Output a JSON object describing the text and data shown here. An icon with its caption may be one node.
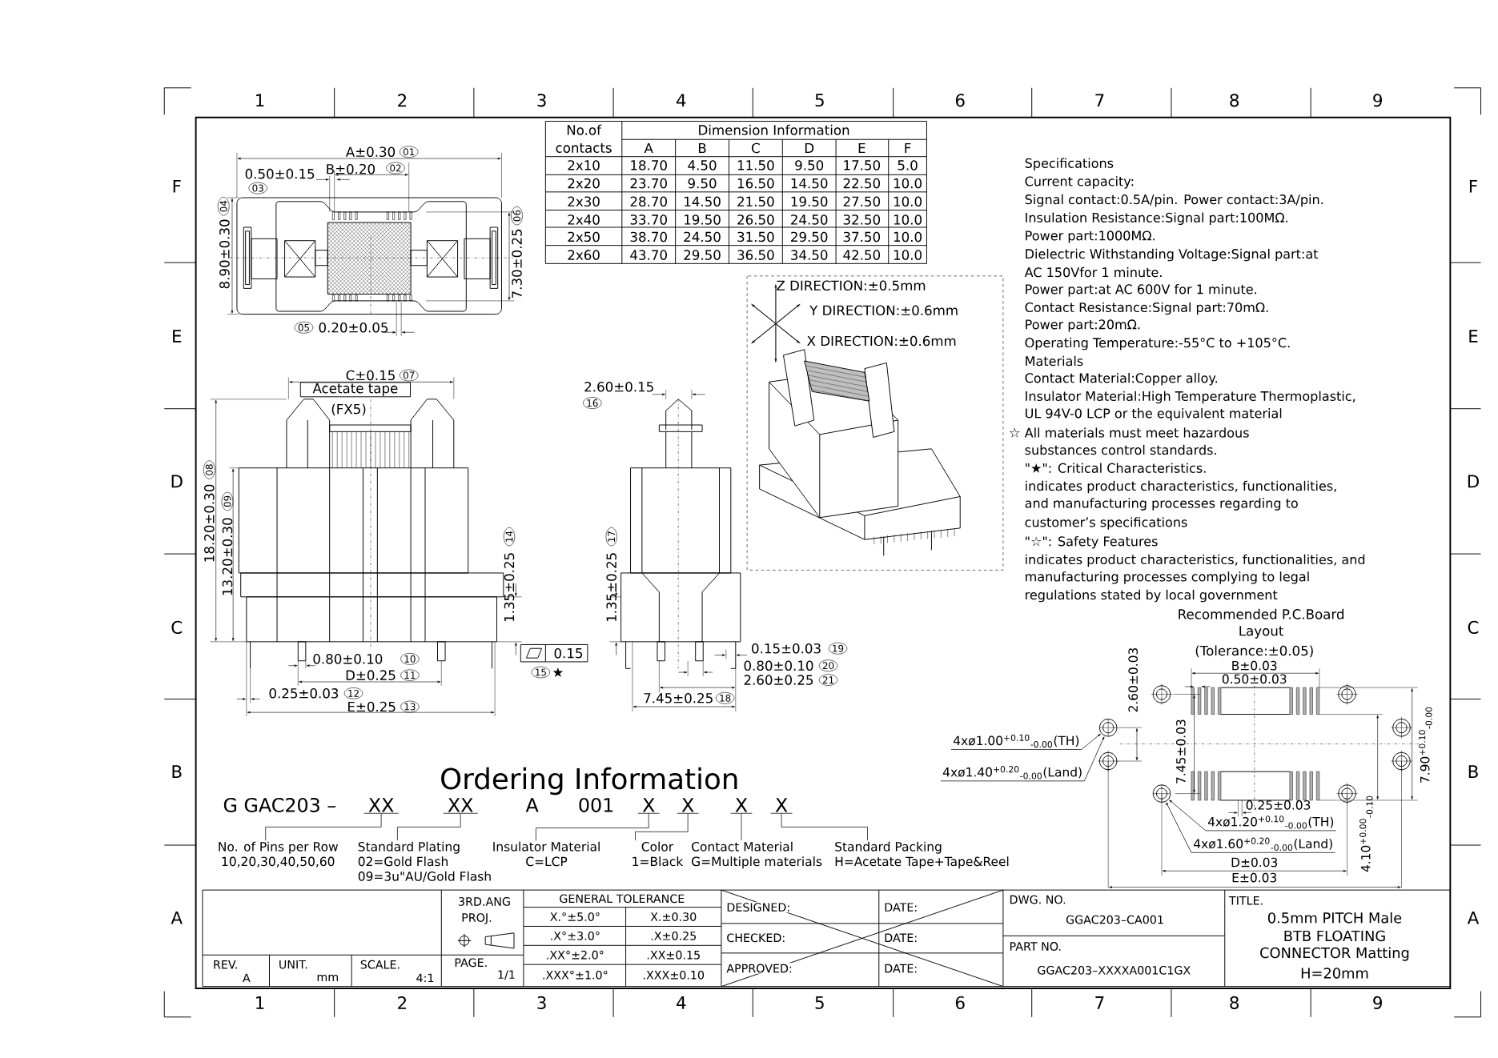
{
  "diagram": {
    "nodes": [
      {
        "text": [
          "XX"
        ]
      },
      {
        "text": [
          "XX"
        ]
      },
      {
        "text": [
          "X"
        ]
      },
      {
        "text": [
          "X"
        ]
      },
      {
        "text": [
          "X"
        ]
      },
      {
        "text": [
          "X"
        ]
      },
      {
        "text": [
          "No. of Pins per Row",
          "10,20,30,40,50,60"
        ]
      },
      {
        "text": [
          "Standard Plating",
          "02=Gold Flash",
          "09=3u\"AU/Gold Flash"
        ]
      },
      {
        "text": [
          "Insulator Material",
          "C=LCP"
        ]
      },
      {
        "text": [
          "Color",
          "1=Black"
        ]
      },
      {
        "text": [
          "Contact Material",
          "G=Multiple materials"
        ]
      },
      {
        "text": [
          "Standard Packing",
          "H=Acetate Tape+Tape&Reel"
        ]
      },
      {
        "text": [
          "4xø1.00$^{+0.10}$$_{-0.00}$(TH)"
        ]
      },
      {
        "text": [
          "4xø1.40$^{+0.20}$$_{-0.00}$(Land)"
        ]
      },
      {
        "text": [
          "4xø1.20$^{+0.10}$$_{-0.00}$(TH)"
        ]
      },
      {
        "text": [
          "4xø1.60$^{+0.20}$$_{-0.00}$(Land)"
        ]
      },
      {
        "text": [],
        "shape": "circle"
      },
      {
        "text": [],
        "shape": "circle"
      }
    ],
    "edges": [
      {
        "from": 0,
        "to": 6,
        "arrow": "none"
      },
      {
        "from": 1,
        "to": 7,
        "arrow": "none"
      },
      {
        "from": 2,
        "to": 8,
        "arrow": "none"
      },
      {
        "from": 3,
        "to": 9,
        "arrow": "none"
      },
      {
        "from": 4,
        "to": 10,
        "arrow": "none"
      },
      {
        "from": 5,
        "to": 11,
        "arrow": "none"
      },
      {
        "from": 12,
        "to": 16,
        "arrow": "to"
      },
      {
        "from": 13,
        "to": 16,
        "arrow": "to"
      },
      {
        "from": 14,
        "to": 17,
        "arrow": "to"
      },
      {
        "from": 15,
        "to": 17,
        "arrow": "to"
      }
    ],
    "labels": [
      "1",
      "2",
      "3",
      "4",
      "5",
      "6",
      "7",
      "8",
      "9",
      "F",
      "E",
      "D",
      "C",
      "B",
      "A",
      "F",
      "E",
      "D",
      "C",
      "B",
      "A",
      "No.of",
      "contacts",
      "Dimension Information",
      "A",
      "B",
      "C",
      "D",
      "E",
      "F",
      "2x10",
      "18.70",
      "4.50",
      "11.50",
      "9.50",
      "17.50",
      "5.0",
      "2x20",
      "23.70",
      "9.50",
      "16.50",
      "14.50",
      "22.50",
      "10.0",
      "2x30",
      "28.70",
      "14.50",
      "21.50",
      "19.50",
      "27.50",
      "10.0",
      "2x40",
      "33.70",
      "19.50",
      "26.50",
      "24.50",
      "32.50",
      "10.0",
      "2x50",
      "38.70",
      "24.50",
      "31.50",
      "29.50",
      "37.50",
      "10.0",
      "2x60",
      "43.70",
      "29.50",
      "36.50",
      "34.50",
      "42.50",
      "10.0",
      "A±0.30",
      "01",
      "0.50±0.15",
      "B±0.20",
      "02",
      "03",
      "8.90±0.30",
      "04",
      "7.30±0.25",
      "06",
      "05",
      "0.20±0.05",
      "C±0.15",
      "07",
      "Acetate tape",
      "(FX5)",
      "18.20±0.30",
      "08",
      "13.20±0.30",
      "09",
      "1.35±0.25",
      "14",
      "0.80±0.10",
      "10",
      "D±0.25",
      "11",
      "0.25±0.03",
      "12",
      "E±0.25",
      "13",
      "0.15",
      "15",
      "★",
      "2.60±0.15",
      "16",
      "1.35±0.25",
      "17",
      "0.15±0.03",
      "19",
      "0.80±0.10",
      "20",
      "2.60±0.25",
      "21",
      "7.45±0.25",
      "18",
      "Z DIRECTION:±0.5mm",
      "Y DIRECTION:±0.6mm",
      "X DIRECTION:±0.6mm",
      "Specifications",
      "Current capacity:",
      "Signal contact:0.5A/pin. Power contact:3A/pin.",
      "Insulation Resistance:Signal part:100MΩ.",
      "Power part:1000MΩ.",
      "Dielectric Withstanding Voltage:Signal part:at",
      "AC 150Vfor 1 minute.",
      "Power part:at AC 600V for 1 minute.",
      "Contact Resistance:Signal part:70mΩ.",
      "Power part:20mΩ.",
      "Operating Temperature:-55°C to +105°C.",
      "Materials",
      "Contact Material:Copper alloy.",
      "Insulator Material:High Temperature Thermoplastic,",
      "UL 94V-0 LCP or the equivalent material",
      "☆",
      "All materials must meet hazardous",
      "substances control standards.",
      "\"★\": Critical Characteristics.",
      "indicates product characteristics, functionalities,",
      "and manufacturing processes regarding to",
      "customer’s specifications",
      "\"☆\": Safety Features",
      "indicates product characteristics, functionalities, and",
      "manufacturing processes complying to legal",
      "regulations stated by local government",
      "Recommended P.C.Board",
      "Layout",
      "(Tolerance:±0.05)",
      "B±0.03",
      "0.50±0.03",
      "2.60±0.03",
      "7.45±0.03",
      "7.90$^{+0.10}$$_{-0.00}$",
      "0.25±0.03",
      "4.10$^{+0.00}$$_{-0.10}$",
      "D±0.03",
      "E±0.03",
      "Ordering Information",
      "G GAC203 –",
      "A",
      "001",
      "3RD.ANG",
      "PROJ.",
      "GENERAL TOLERANCE",
      "X.°±5.0°",
      "X.±0.30",
      ".X°±3.0°",
      ".X±0.25",
      ".XX°±2.0°",
      ".XX±0.15",
      ".XXX°±1.0°",
      ".XXX±0.10",
      "DESIGNED:",
      "DATE:",
      "CHECKED:",
      "DATE:",
      "APPROVED:",
      "DATE:",
      "DWG. NO.",
      "GGAC203–CA001",
      "PART NO.",
      "GGAC203–XXXXA001C1GX",
      "TITLE.",
      "0.5mm PITCH Male",
      "BTB FLOATING",
      "CONNECTOR Matting",
      "H=20mm",
      "REV.",
      "A",
      "UNIT.",
      "mm",
      "SCALE.",
      "4:1",
      "PAGE.",
      "1/1",
      "1",
      "2",
      "3",
      "4",
      "5",
      "6",
      "7",
      "8",
      "9"
    ]
  }
}
